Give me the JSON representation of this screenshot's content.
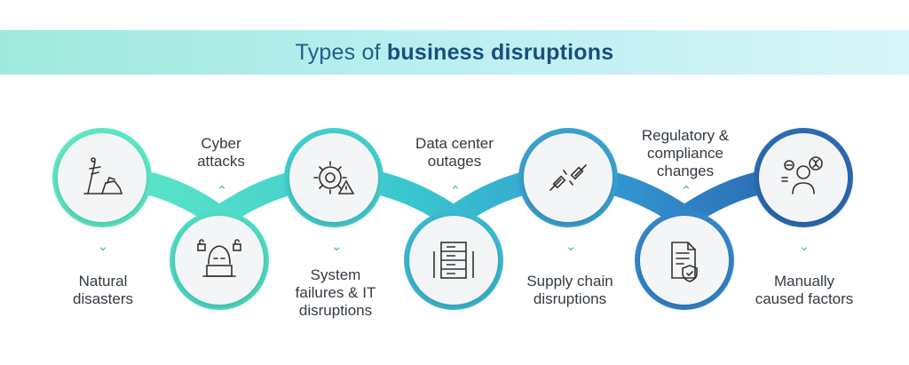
{
  "title": {
    "prefix": "Types of",
    "bold": "business disruptions"
  },
  "items": [
    {
      "label": "Natural\ndisasters",
      "icon": "natural-disaster-icon"
    },
    {
      "label": "Cyber\nattacks",
      "icon": "hacker-icon"
    },
    {
      "label": "System\nfailures & IT\ndisruptions",
      "icon": "gear-warning-icon"
    },
    {
      "label": "Data center\noutages",
      "icon": "server-icon"
    },
    {
      "label": "Supply chain\ndisruptions",
      "icon": "broken-chain-icon"
    },
    {
      "label": "Regulatory &\ncompliance\nchanges",
      "icon": "document-shield-icon"
    },
    {
      "label": "Manually\ncaused factors",
      "icon": "person-dna-icon"
    }
  ],
  "colors": {
    "start": "#3ee0b8",
    "mid": "#35b3cf",
    "end": "#2a6db0",
    "title": "#1f5f8a"
  }
}
